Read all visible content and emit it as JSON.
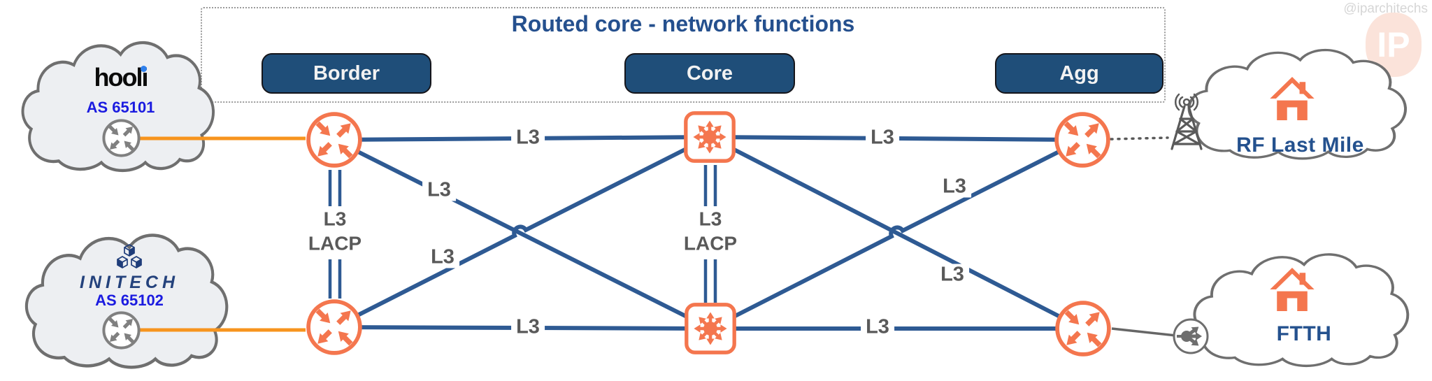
{
  "watermark": {
    "handle": "@iparchitechs",
    "logo_text": "IP"
  },
  "function_box": {
    "title": "Routed core - network functions",
    "pills": [
      {
        "label": "Border"
      },
      {
        "label": "Core"
      },
      {
        "label": "Agg"
      }
    ]
  },
  "clouds": {
    "hooli": {
      "name": "hooli",
      "as_number": "AS 65101"
    },
    "initech": {
      "name": "INITECH",
      "as_number": "AS 65102"
    },
    "rf_last_mile": {
      "label": "RF Last Mile"
    },
    "ftth": {
      "label": "FTTH"
    }
  },
  "nodes": [
    {
      "id": "hooli-edge-router",
      "icon": "router-icon"
    },
    {
      "id": "initech-edge-router",
      "icon": "router-icon"
    },
    {
      "id": "border-router-1",
      "icon": "router-icon"
    },
    {
      "id": "border-router-2",
      "icon": "router-icon"
    },
    {
      "id": "core-switch-1",
      "icon": "multilayer-switch-icon"
    },
    {
      "id": "core-switch-2",
      "icon": "multilayer-switch-icon"
    },
    {
      "id": "agg-router-1",
      "icon": "router-icon"
    },
    {
      "id": "agg-router-2",
      "icon": "router-icon"
    },
    {
      "id": "rf-tower",
      "icon": "radio-tower-icon"
    },
    {
      "id": "ftth-splitter",
      "icon": "splitter-icon"
    },
    {
      "id": "rf-home",
      "icon": "house-icon"
    },
    {
      "id": "ftth-home",
      "icon": "house-icon"
    }
  ],
  "links": [
    {
      "from": "hooli-edge-router",
      "to": "border-router-1",
      "style": "orange-solid"
    },
    {
      "from": "initech-edge-router",
      "to": "border-router-2",
      "style": "orange-solid"
    },
    {
      "from": "border-router-1",
      "to": "core-switch-1",
      "style": "navy-solid",
      "label": "L3"
    },
    {
      "from": "border-router-1",
      "to": "core-switch-2",
      "style": "navy-solid",
      "label": "L3"
    },
    {
      "from": "border-router-2",
      "to": "core-switch-1",
      "style": "navy-solid",
      "label": "L3"
    },
    {
      "from": "border-router-2",
      "to": "core-switch-2",
      "style": "navy-solid",
      "label": "L3"
    },
    {
      "from": "border-router-1",
      "to": "border-router-2",
      "style": "navy-double-lag",
      "label_l3": "L3",
      "label_lacp": "LACP"
    },
    {
      "from": "core-switch-1",
      "to": "core-switch-2",
      "style": "navy-double-lag",
      "label_l3": "L3",
      "label_lacp": "LACP"
    },
    {
      "from": "core-switch-1",
      "to": "agg-router-1",
      "style": "navy-solid",
      "label": "L3"
    },
    {
      "from": "core-switch-1",
      "to": "agg-router-2",
      "style": "navy-solid",
      "label": "L3"
    },
    {
      "from": "core-switch-2",
      "to": "agg-router-1",
      "style": "navy-solid",
      "label": "L3"
    },
    {
      "from": "core-switch-2",
      "to": "agg-router-2",
      "style": "navy-solid",
      "label": "L3"
    },
    {
      "from": "agg-router-1",
      "to": "rf-tower",
      "style": "gray-dotted"
    },
    {
      "from": "agg-router-2",
      "to": "ftth-splitter",
      "style": "gray-solid"
    }
  ],
  "colors": {
    "navy_line": "#2E5A93",
    "salmon": "#F4764E",
    "orange_line": "#F7941E",
    "pill_fill": "#1F4E79",
    "title_navy": "#25508E",
    "label_gray": "#595959",
    "as_blue": "#1B1BE0",
    "cloud_fill": "#EDEFF2",
    "cloud_stroke": "#6F6F6F"
  }
}
